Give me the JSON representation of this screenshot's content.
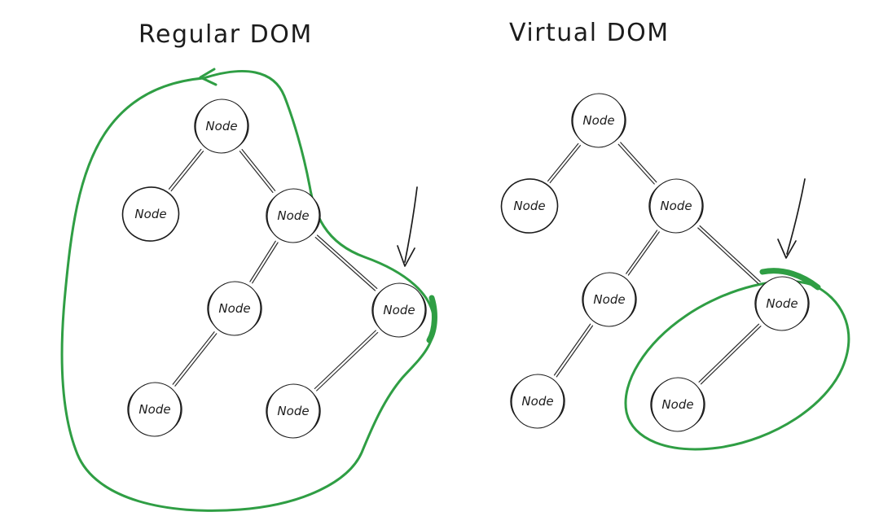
{
  "diagram": {
    "left": {
      "title": "Regular DOM",
      "node_label": "Node",
      "node_count": 7
    },
    "right": {
      "title": "Virtual DOM",
      "node_label": "Node",
      "node_count": 7
    },
    "colors": {
      "highlight_green": "#2f9e44",
      "ink_black": "#1c1c1c",
      "background": "#ffffff"
    }
  }
}
